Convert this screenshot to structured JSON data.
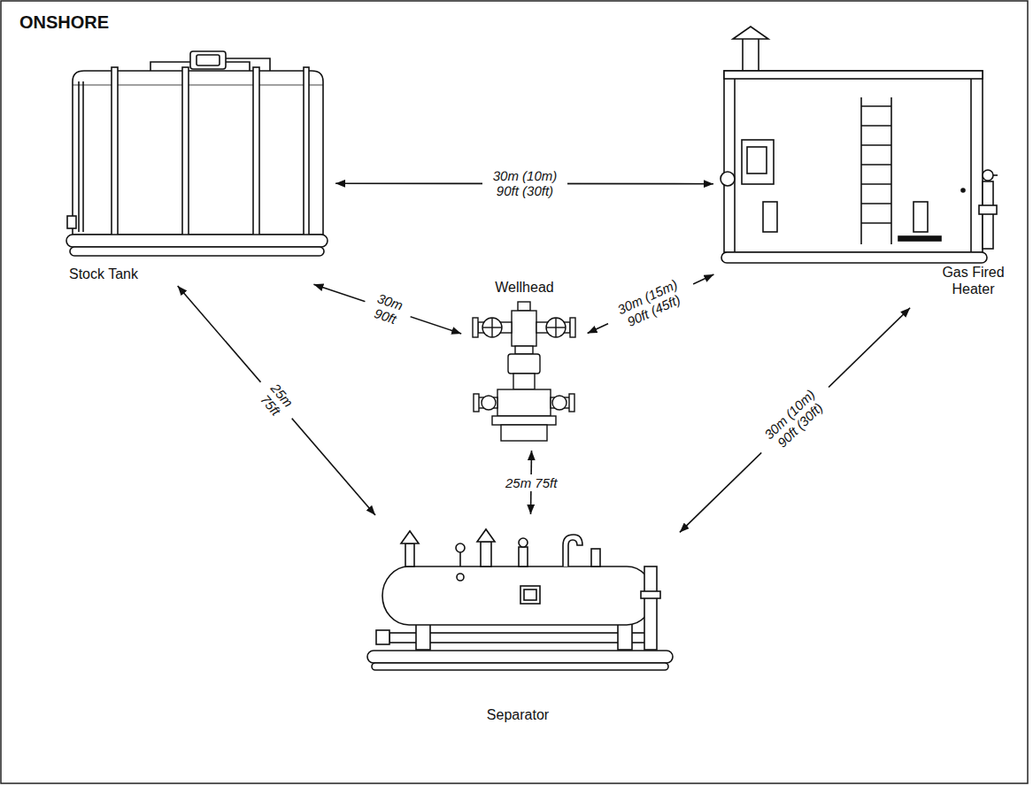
{
  "diagram": {
    "title": "ONSHORE",
    "nodes": [
      {
        "text": [
          "Stock Tank"
        ]
      },
      {
        "text": [
          "Gas Fired Heater"
        ]
      },
      {
        "text": [
          "Wellhead"
        ]
      },
      {
        "text": [
          "Separator"
        ]
      }
    ],
    "edges": [
      {
        "from": 0,
        "to": 1,
        "arrow": "both",
        "label": "30m (10m) 90ft (30ft)"
      },
      {
        "from": 0,
        "to": 2,
        "arrow": "both",
        "label": "30m 90ft"
      },
      {
        "from": 1,
        "to": 2,
        "arrow": "both",
        "label": "30m (15m) 90ft (45ft)"
      },
      {
        "from": 0,
        "to": 3,
        "arrow": "both",
        "label": "25m 75ft"
      },
      {
        "from": 2,
        "to": 3,
        "arrow": "both",
        "label": "25m 75ft"
      },
      {
        "from": 1,
        "to": 3,
        "arrow": "both",
        "label": "30m (10m) 90ft (30ft)"
      }
    ]
  }
}
